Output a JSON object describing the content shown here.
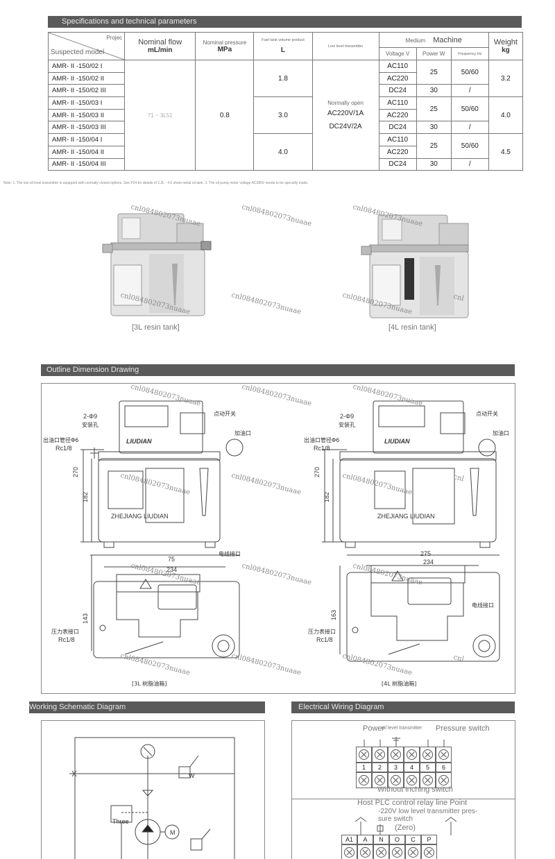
{
  "sections": {
    "spec": "Specifications and technical parameters",
    "outline": "Outline Dimension Drawing",
    "working": "Working Schematic Diagram",
    "wiring": "Electrical Wiring Diagram"
  },
  "table": {
    "project": "Projec",
    "suspected_model": "Suspected model",
    "nominal_flow": "Nominal flow",
    "flow_unit": "mL/min",
    "nominal_pressure": "Nominal pressure",
    "pressure_unit": "MPa",
    "tank_volume": "Fuel tank volume product",
    "volume_unit": "L",
    "low_level": "Low level transmitter",
    "medium": "Medium",
    "machine": "Machine",
    "voltage": "Voltage V",
    "power": "Power W",
    "frequency": "Frequency Hz",
    "weight": "Weight",
    "weight_unit": "kg",
    "flow_value": "71 ~ 3L51",
    "pressure_value": "0.8",
    "normally_open": "Normally open",
    "transmitter_ac": "AC220V/1A",
    "transmitter_dc": "DC24V/2A",
    "models": [
      "AMR- II -150/02 I",
      "AMR- II -150/02 II",
      "AMR- II -150/02 III",
      "AMR- II -150/03 I",
      "AMR- II -150/03 II",
      "AMR- II -150/03 III",
      "AMR- II -150/04 I",
      "AMR- II -150/04 II",
      "AMR- II -150/04 III"
    ],
    "groups": [
      {
        "volume": "1.8",
        "weight": "3.2"
      },
      {
        "volume": "3.0",
        "weight": "4.0"
      },
      {
        "volume": "4.0",
        "weight": "4.5"
      }
    ],
    "voltages": [
      "AC110",
      "AC220",
      "DC24"
    ],
    "ac_power": "25",
    "dc_power": "30",
    "ac_freq": "50/60",
    "dc_freq": "/"
  },
  "note": "Note: 1. The low oil level transmitter is equipped with normally closed options. See P24 for details of 2.3L · 4.0 sheet metal oil tank. 3. The oil pump motor voltage AC380V needs to be specially made.",
  "photos": {
    "left_caption": "[3L resin tank]",
    "right_caption": "[4L resin tank]"
  },
  "watermark": "cnl084802073nuaae",
  "watermark_short": "cnl",
  "drawing": {
    "mount_holes": "2-Φ9",
    "mount_holes_zh": "安装孔",
    "outlet_zh": "出油口管径Φ6",
    "outlet_thread": "Rc1/8",
    "jog_switch_zh": "点动开关",
    "fill_port_zh": "加油口",
    "brand": "LIUDIAN",
    "brand_small": "ZHEJIANG LIUDIAN",
    "height_total": "270",
    "height_tank": "182",
    "cable_port_zh": "电线接口",
    "gauge_port_zh": "压力表接口",
    "gauge_thread": "Rc1/8",
    "left_width_outer": "75",
    "left_width_inner": "234",
    "left_depth": "143",
    "right_width_outer": "275",
    "right_width_inner": "234",
    "right_depth": "163",
    "left_title_zh": "[3L 树脂油箱]",
    "right_title_zh": "[4L 树脂油箱]"
  },
  "working": {
    "three": "Three",
    "motor": "M",
    "switch": "W"
  },
  "wiring": {
    "power": "Power",
    "level_transmitter": "oil level transmitter",
    "pressure_switch": "Pressure switch",
    "terminals_top": [
      "1",
      "2",
      "3",
      "4",
      "5",
      "6"
    ],
    "without_jog": "Without inching switch",
    "plc_title": "Host PLC control relay line Point",
    "plc_line1": "-220V low level transmitter pres-",
    "plc_line2": "sure switch",
    "zero": "(Zero)",
    "terminals_bottom": [
      "A1",
      "A",
      "N",
      "O",
      "C",
      "P"
    ]
  }
}
